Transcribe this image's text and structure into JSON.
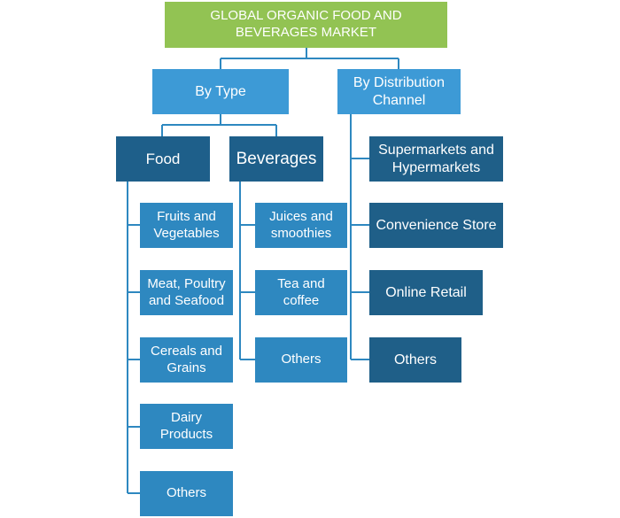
{
  "root": {
    "title": "GLOBAL ORGANIC FOOD AND\nBEVERAGES MARKET"
  },
  "by_type": {
    "label": "By Type",
    "food": {
      "label": "Food",
      "items": [
        "Fruits and\nVegetables",
        "Meat, Poultry\nand Seafood",
        "Cereals and\nGrains",
        "Dairy\nProducts",
        "Others"
      ]
    },
    "beverages": {
      "label": "Beverages",
      "items": [
        "Juices and\nsmoothies",
        "Tea and\ncoffee",
        "Others"
      ]
    }
  },
  "by_distribution": {
    "label": "By Distribution\nChannel",
    "items": [
      "Supermarkets and\nHypermarkets",
      "Convenience Store",
      "Online Retail",
      "Others"
    ]
  },
  "colors": {
    "root": "#92c353",
    "level1": "#3d9ad6",
    "category": "#1e5f8a",
    "item": "#2e88c0",
    "connector": "#2e88c0"
  }
}
